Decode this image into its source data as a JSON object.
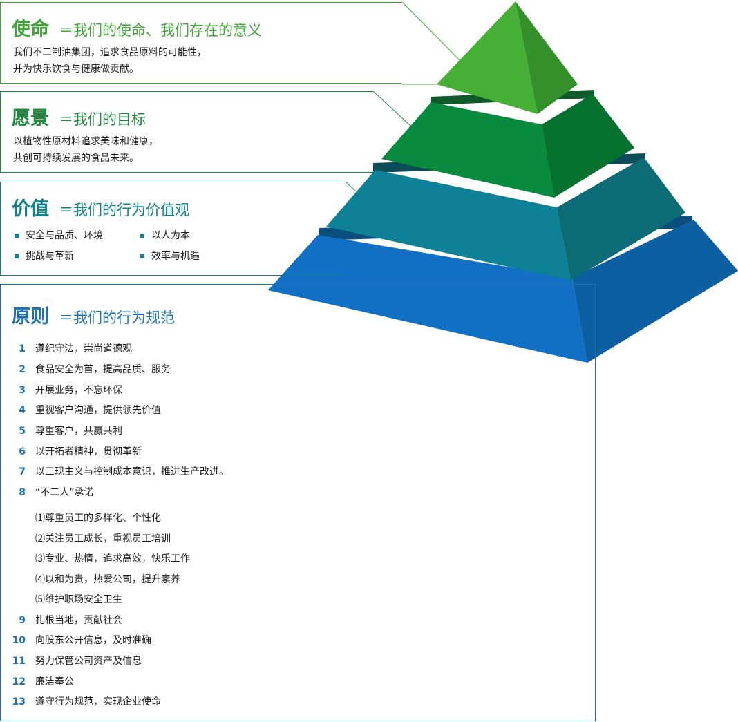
{
  "mission": {
    "head": "使命",
    "sub": "＝我们的使命、我们存在的意义",
    "lines": [
      "我们不二制油集团，追求食品原料的可能性，",
      "并为快乐饮食与健康做贡献。"
    ]
  },
  "vision": {
    "head": "愿景",
    "sub": "＝我们的目标",
    "lines": [
      "以植物性原材料追求美味和健康，",
      "共创可持续发展的食品未来。"
    ]
  },
  "values": {
    "head": "价值",
    "sub": "＝我们的行为价值观",
    "items": [
      "安全与品质、环境",
      "以人为本",
      "挑战与革新",
      "效率与机遇"
    ]
  },
  "principles": {
    "head": "原则",
    "sub": "＝我们的行为规范",
    "items": [
      {
        "num": "1",
        "text": "遵纪守法，崇尚道德观"
      },
      {
        "num": "2",
        "text": "食品安全为首，提高品质、服务"
      },
      {
        "num": "3",
        "text": "开展业务，不忘环保"
      },
      {
        "num": "4",
        "text": "重视客户沟通，提供领先价值"
      },
      {
        "num": "5",
        "text": "尊重客户，共赢共利"
      },
      {
        "num": "6",
        "text": "以开拓者精神，贯彻革新"
      },
      {
        "num": "7",
        "text": "以三现主义与控制成本意识，推进生产改进。"
      },
      {
        "num": "8",
        "text": "“不二人”承诺"
      }
    ],
    "sub_items": [
      "⑴尊重员工的多样化、个性化",
      "⑵关注员工成长，重视员工培训",
      "⑶专业、热情，追求高效，快乐工作",
      "⑷以和为贵，热爱公司，提升素养",
      "⑸维护职场安全卫生"
    ],
    "items_after": [
      {
        "num": "9",
        "text": "扎根当地，贡献社会"
      },
      {
        "num": "10",
        "text": "向股东公开信息，及时准确"
      },
      {
        "num": "11",
        "text": "努力保管公司资产及信息"
      },
      {
        "num": "12",
        "text": "廉洁奉公"
      },
      {
        "num": "13",
        "text": "遵守行为规范，实现企业使命"
      }
    ]
  }
}
